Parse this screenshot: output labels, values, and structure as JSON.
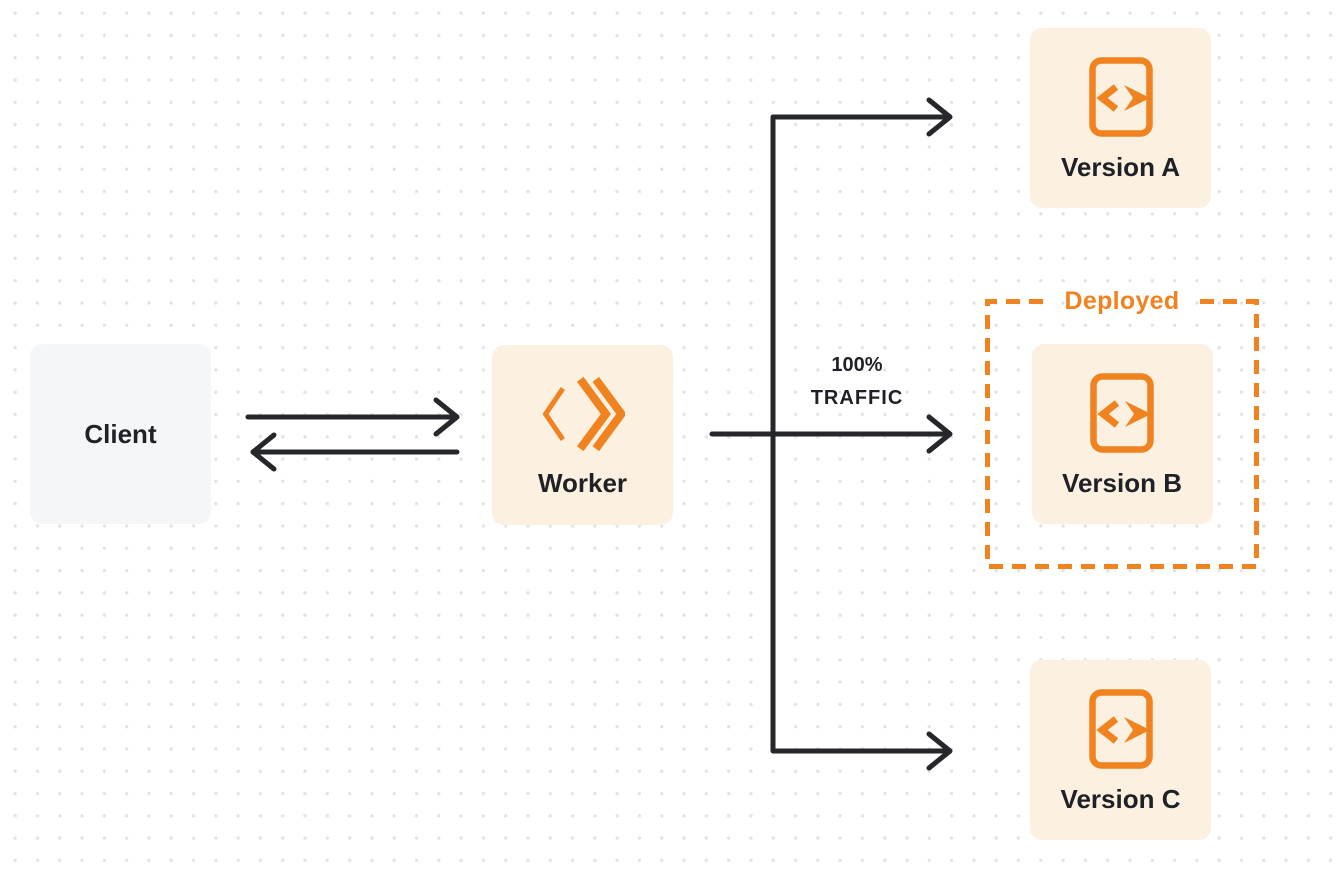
{
  "diagram": {
    "client": {
      "label": "Client"
    },
    "worker": {
      "label": "Worker",
      "icon_name": "cloudflare-workers-logo-icon"
    },
    "versions": [
      {
        "label": "Version A"
      },
      {
        "label": "Version B"
      },
      {
        "label": "Version C"
      }
    ],
    "version_icon_name": "code-file-icon",
    "traffic_label": {
      "line1": "100%",
      "line2": "TRAFFIC"
    },
    "deployed_label": "Deployed",
    "colors": {
      "orange": "#f0821f",
      "cream": "#fcf1e1",
      "client_gray": "#f5f6f8",
      "line_dark": "#26272b",
      "text_dark": "#1f2126",
      "dot_grid": "#e3e3e6",
      "page_bg": "#ffffff"
    }
  }
}
